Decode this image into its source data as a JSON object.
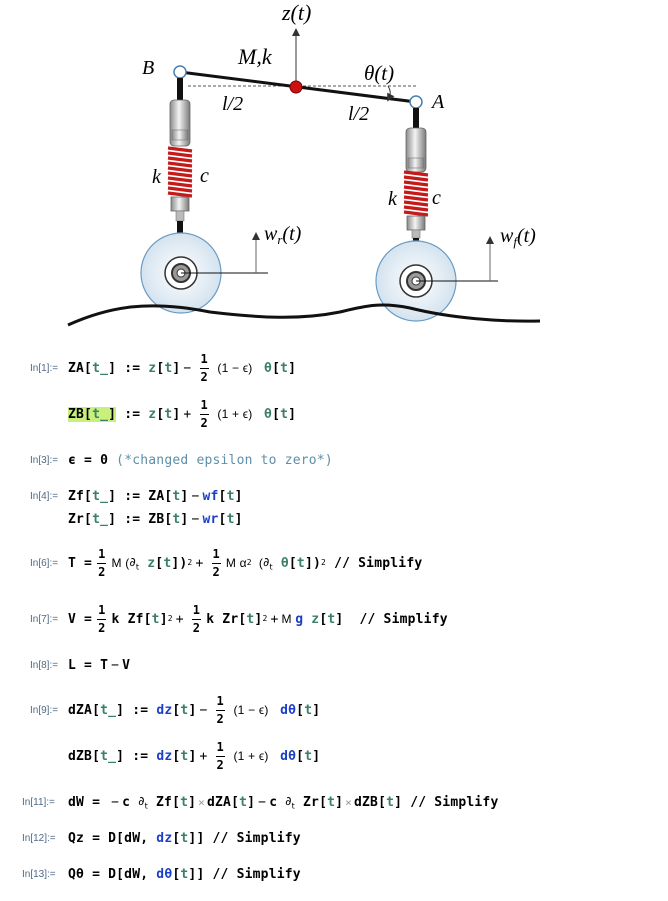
{
  "diagram": {
    "label_z": "z(t)",
    "label_Mk": "M,k",
    "label_B": "B",
    "label_A": "A",
    "label_theta": "θ(t)",
    "label_l2_left": "l/2",
    "label_l2_right": "l/2",
    "label_k_left": "k",
    "label_c_left": "c",
    "label_k_right": "k",
    "label_c_right": "c",
    "label_wr": "w_r(t)",
    "label_wf": "w_f(t)"
  },
  "cells": {
    "in1": {
      "label": "In[1]:="
    },
    "in3": {
      "label": "In[3]:=",
      "comment": "(*changed epsilon to zero*)"
    },
    "in4": {
      "label": "In[4]:="
    },
    "in6": {
      "label": "In[6]:="
    },
    "in7": {
      "label": "In[7]:="
    },
    "in8": {
      "label": "In[8]:="
    },
    "in9": {
      "label": "In[9]:="
    },
    "in11": {
      "label": "In[11]:="
    },
    "in12": {
      "label": "In[12]:="
    },
    "in13": {
      "label": "In[13]:="
    }
  },
  "colors": {
    "label": "#4e6a86",
    "pattern": "#3a7f6e",
    "symbol": "#1c3fc8",
    "highlight": "#c8f07a",
    "comment": "#5d8fa6",
    "mass": "#cc1111"
  }
}
